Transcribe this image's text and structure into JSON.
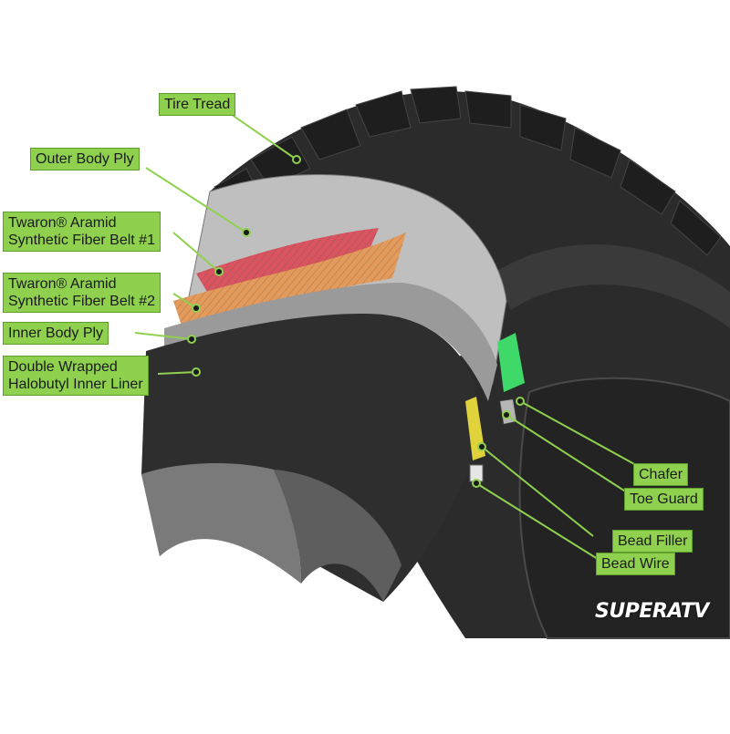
{
  "labels": {
    "tire_tread": "Tire Tread",
    "outer_body_ply": "Outer Body Ply",
    "belt1_line1": "Twaron® Aramid",
    "belt1_line2": "Synthetic Fiber Belt #1",
    "belt2_line1": "Twaron® Aramid",
    "belt2_line2": "Synthetic Fiber Belt #2",
    "inner_body_ply": "Inner Body Ply",
    "liner_line1": "Double Wrapped",
    "liner_line2": "Halobutyl Inner Liner",
    "chafer": "Chafer",
    "toe_guard": "Toe Guard",
    "bead_filler": "Bead Filler",
    "bead_wire": "Bead Wire"
  },
  "logo": "SUPERATV",
  "colors": {
    "label_bg": "#8fd14f",
    "leader_line": "#8fd14f",
    "belt1": "#d9545f",
    "belt2": "#e39a5a",
    "chafer": "#3fd96a",
    "bead_filler": "#e0d23a",
    "rubber": "#2a2a2a"
  }
}
